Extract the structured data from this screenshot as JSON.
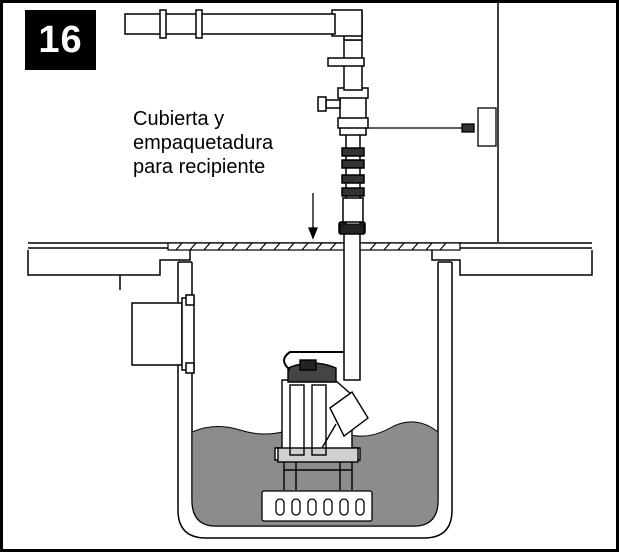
{
  "step": {
    "number": "16"
  },
  "callout": {
    "lines": [
      "Cubierta y",
      "empaquetadura",
      "para recipiente"
    ]
  },
  "colors": {
    "line": "#000000",
    "water": "#8c8c8c",
    "background": "#ffffff"
  }
}
